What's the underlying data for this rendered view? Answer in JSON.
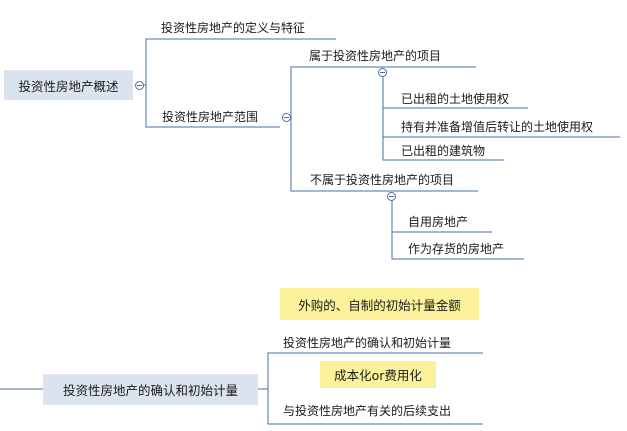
{
  "diagram": {
    "overview": {
      "root": "投资性房地产概述",
      "children": [
        "投资性房地产的定义与特征",
        "投资性房地产范围"
      ],
      "scope": {
        "included": {
          "label": "属于投资性房地产的项目",
          "items": [
            "已出租的土地使用权",
            "持有并准备增值后转让的土地使用权",
            "已出租的建筑物"
          ]
        },
        "excluded": {
          "label": "不属于投资性房地产的项目",
          "items": [
            "自用房地产",
            "作为存货的房地产"
          ]
        }
      }
    },
    "recognition": {
      "root": "投资性房地产的确认和初始计量",
      "children": [
        "投资性房地产的确认和初始计量",
        "与投资性房地产有关的后续支出"
      ],
      "notes": [
        "外购的、自制的初始计量金额",
        "成本化or费用化"
      ]
    },
    "colors": {
      "line": "#4a6fa5",
      "root_fill": "#dbe3ef",
      "note_fill": "#fbf29b"
    }
  }
}
